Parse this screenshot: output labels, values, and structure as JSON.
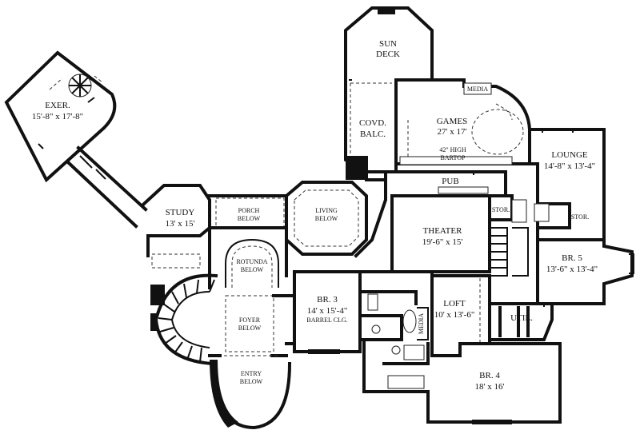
{
  "rooms": {
    "exer": {
      "name": "EXER.",
      "dims": "15'-8\" x 17'-8\""
    },
    "sun_deck": {
      "line1": "SUN",
      "line2": "DECK"
    },
    "covd_balc": {
      "line1": "COVD.",
      "line2": "BALC."
    },
    "games": {
      "name": "GAMES",
      "dims": "27' x 17'"
    },
    "media_top": {
      "name": "MEDIA"
    },
    "bartop": {
      "line1": "42\" HIGH",
      "line2": "BARTOP"
    },
    "lounge": {
      "name": "LOUNGE",
      "dims": "14'-8\" x 13'-4\""
    },
    "pub": {
      "name": "PUB"
    },
    "stor_a": {
      "name": "STOR."
    },
    "stor_b": {
      "name": "STOR."
    },
    "study": {
      "name": "STUDY",
      "dims": "13' x 15'"
    },
    "porch": {
      "line1": "PORCH",
      "line2": "BELOW"
    },
    "living": {
      "line1": "LIVING",
      "line2": "BELOW"
    },
    "theater": {
      "name": "THEATER",
      "dims": "19'-6\" x 15'"
    },
    "br5": {
      "name": "BR. 5",
      "dims": "13'-6\" x 13'-4\""
    },
    "rotunda": {
      "line1": "ROTUNDA",
      "line2": "BELOW"
    },
    "br3": {
      "name": "BR. 3",
      "dims": "14' x 15'-4\"",
      "note": "BARREL CLG."
    },
    "loft": {
      "name": "LOFT",
      "dims": "10' x 13'-6\""
    },
    "media_side": {
      "name": "MEDIA"
    },
    "util": {
      "name": "UTIL."
    },
    "foyer": {
      "line1": "FOYER",
      "line2": "BELOW"
    },
    "br4": {
      "name": "BR. 4",
      "dims": "18' x 16'"
    },
    "entry": {
      "line1": "ENTRY",
      "line2": "BELOW"
    }
  }
}
